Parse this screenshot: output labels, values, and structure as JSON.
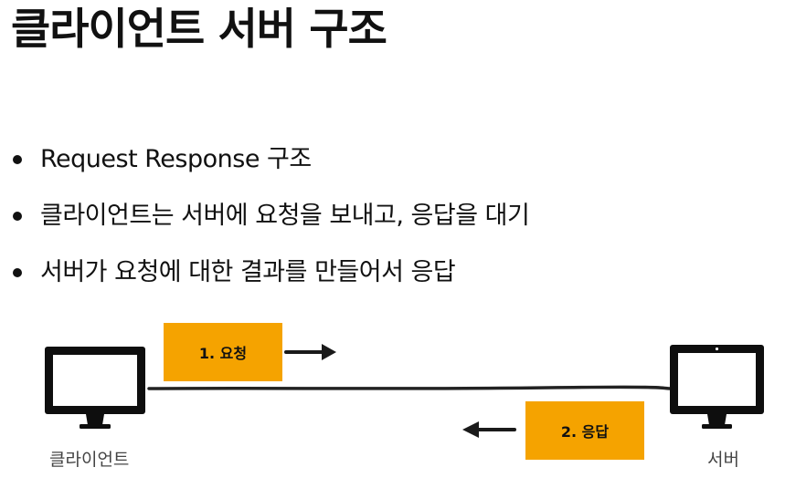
{
  "slide": {
    "title": "클라이언트 서버 구조",
    "bullets": [
      "Request Response 구조",
      "클라이언트는 서버에 요청을 보내고, 응답을 대기",
      "서버가 요청에 대한 결과를 만들어서 응답"
    ]
  },
  "diagram": {
    "request_label": "1. 요청",
    "response_label": "2. 응답",
    "client_label": "클라이언트",
    "server_label": "서버",
    "box_color": "#f5a300",
    "icons": {
      "client": "monitor-icon",
      "server": "monitor-icon",
      "request_arrow": "arrow-right-icon",
      "response_arrow": "arrow-left-icon"
    }
  }
}
